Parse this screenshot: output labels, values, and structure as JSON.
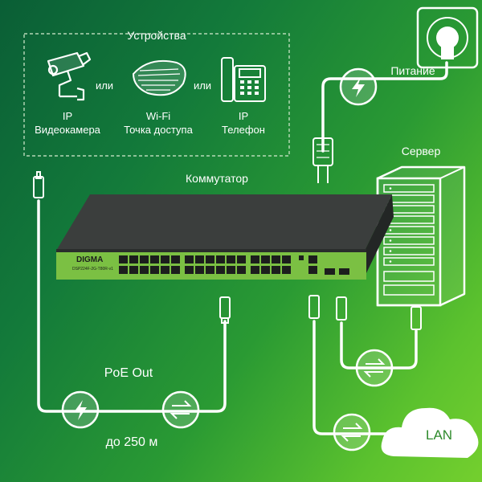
{
  "devices_box": {
    "title": "Устройства",
    "or1": "или",
    "or2": "или",
    "camera": {
      "line1": "IP",
      "line2": "Видеокамера",
      "icon": "ip-camera-icon"
    },
    "ap": {
      "line1": "Wi-Fi",
      "line2": "Точка доступа",
      "icon": "wifi-access-point-icon"
    },
    "phone": {
      "line1": "IP",
      "line2": "Телефон",
      "icon": "ip-phone-icon"
    }
  },
  "switch": {
    "label": "Коммутатор",
    "brand": "DIGMA",
    "model": "DSP224F-2G-T80R-v1"
  },
  "power": {
    "label": "Питание",
    "icon": "lightning-icon"
  },
  "server": {
    "label": "Сервер",
    "icon": "server-rack-icon"
  },
  "poe": {
    "label": "PoE Out",
    "distance": "до 250 м",
    "icons": [
      "lightning-icon",
      "data-exchange-icon"
    ]
  },
  "lan": {
    "label": "LAN",
    "icon": "data-exchange-icon"
  },
  "colors": {
    "bg_dark": "#0a5e36",
    "bg_light": "#74cf2e",
    "switch_panel": "#7bc043",
    "switch_body": "#2a2d2c",
    "line": "#ffffff"
  }
}
